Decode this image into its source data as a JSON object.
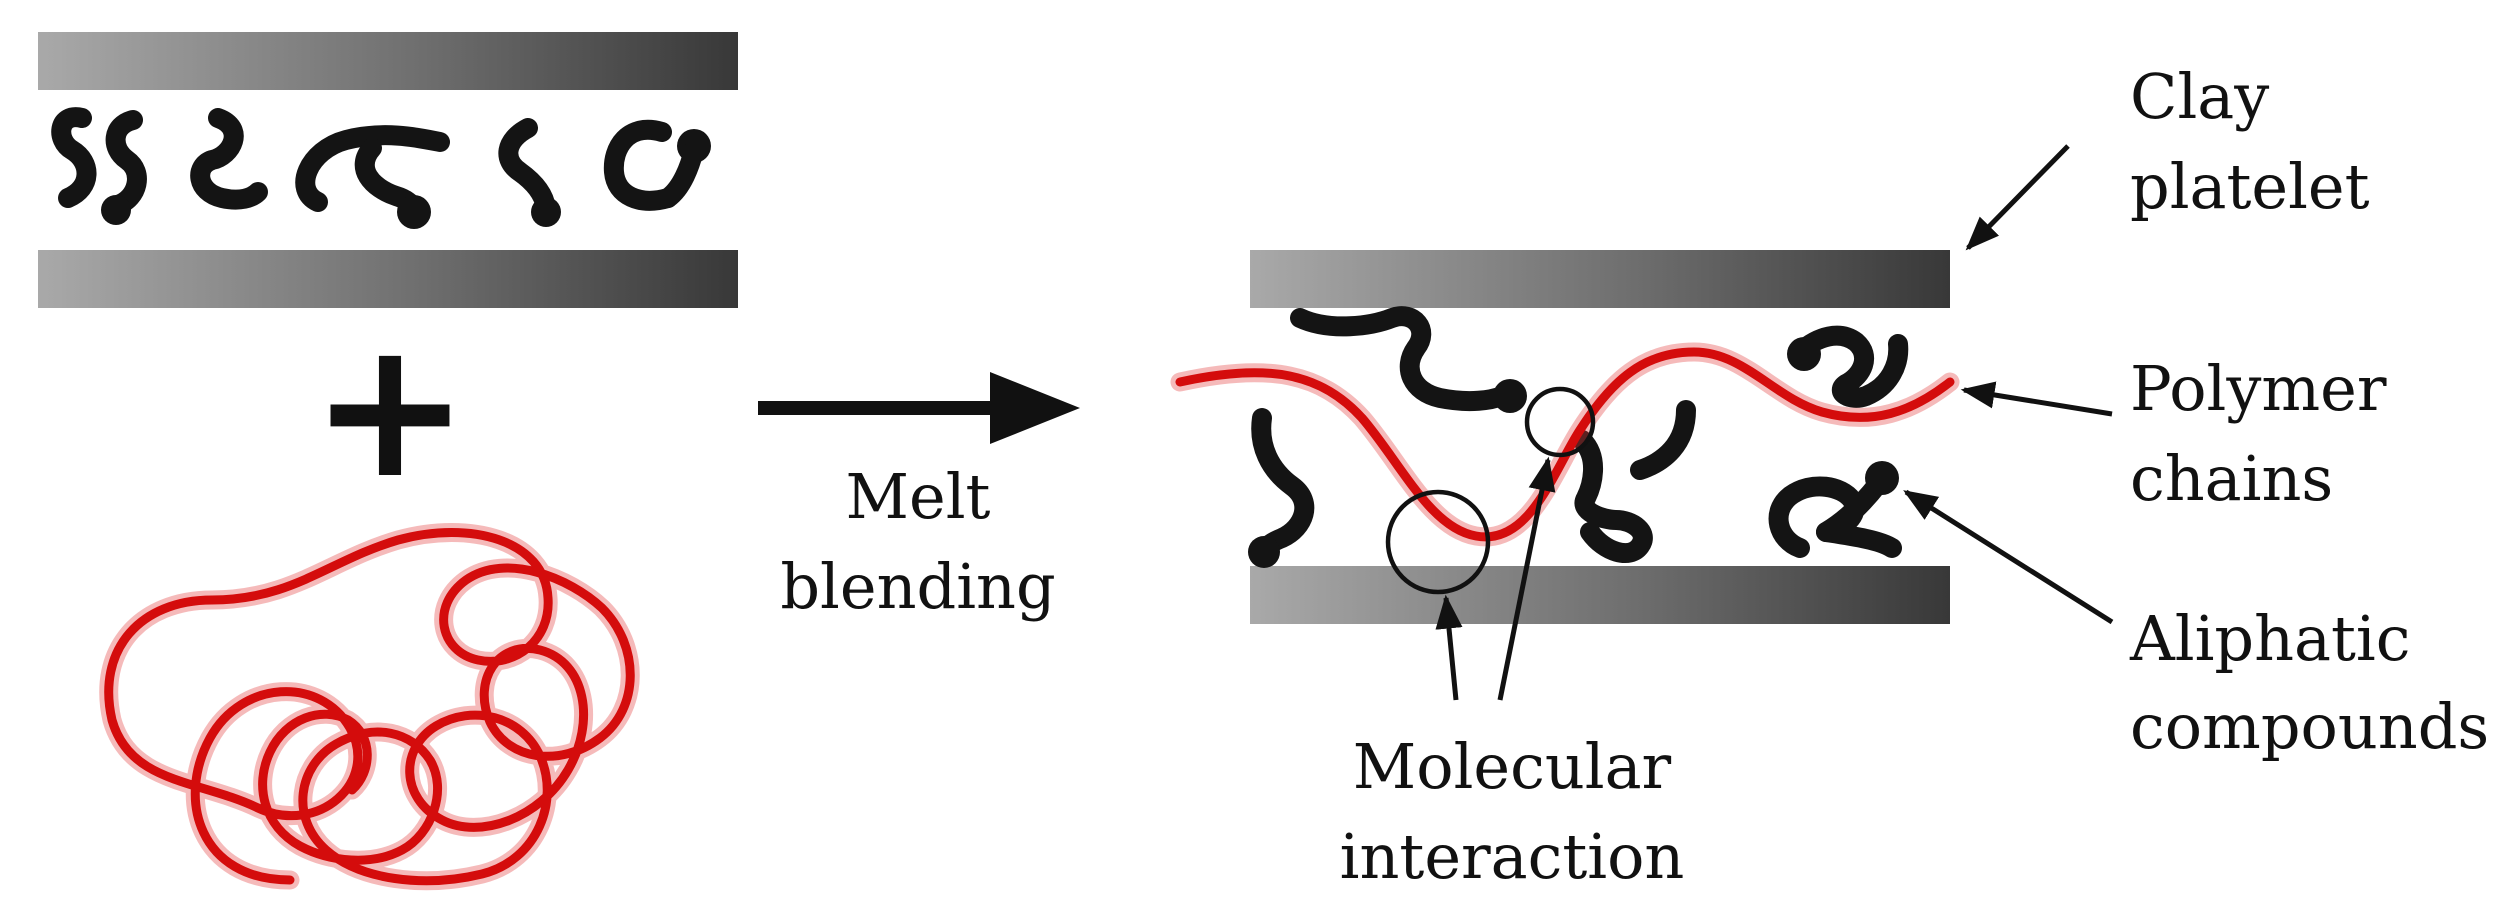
{
  "labels": {
    "clay_line1": "Clay",
    "clay_line2": "platelet",
    "polymer_line1": "Polymer",
    "polymer_line2": "chains",
    "aliphatic_line1": "Aliphatic",
    "aliphatic_line2": "compounds",
    "process_line1": "Melt",
    "process_line2": "blending",
    "interaction_line1": "Molecular",
    "interaction_line2": "interaction",
    "plus_sign": "+"
  },
  "colors": {
    "polymer_chain": "#d40c0c",
    "aliphatic_compound": "#141414",
    "platelet_light": "#a9a9a9",
    "platelet_dark": "#3a3a3a",
    "text": "#111111"
  }
}
